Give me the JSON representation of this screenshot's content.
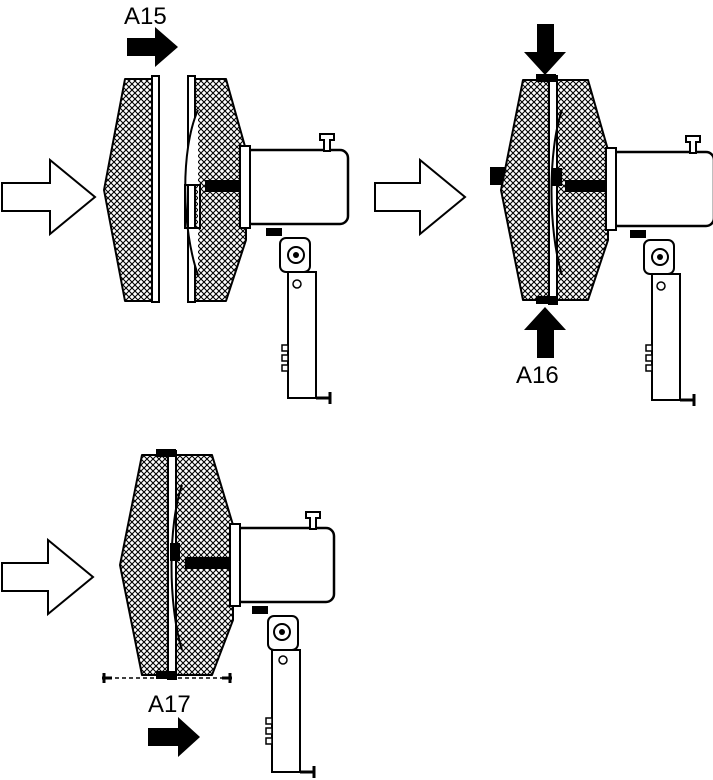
{
  "labels": {
    "step1": "A15",
    "step2": "A16",
    "step3": "A17"
  },
  "colors": {
    "ink": "#000000",
    "paper": "#ffffff"
  },
  "icons": [
    "outline-arrow-right",
    "solid-arrow-right",
    "solid-arrow-down",
    "solid-arrow-up",
    "fan-grille",
    "fan-motor-housing",
    "fan-bracket",
    "screw"
  ]
}
